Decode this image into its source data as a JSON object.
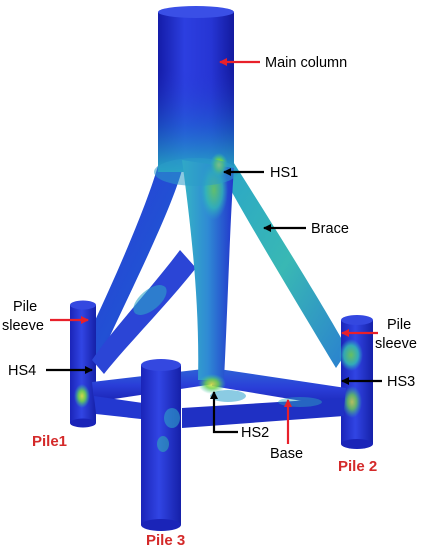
{
  "labels": {
    "main_column": "Main column",
    "hs1": "HS1",
    "brace": "Brace",
    "pile_sleeve_left_1": "Pile",
    "pile_sleeve_left_2": "sleeve",
    "pile_sleeve_right_1": "Pile",
    "pile_sleeve_right_2": "sleeve",
    "hs4": "HS4",
    "hs3": "HS3",
    "hs2": "HS2",
    "base": "Base",
    "pile1": "Pile1",
    "pile2": "Pile 2",
    "pile3": "Pile 3"
  },
  "colors": {
    "arrow_red": "#e8202a",
    "arrow_black": "#000000",
    "pile_label_red": "#d42a2a",
    "steel_dark_blue": "#1d27c9",
    "steel_blue": "#2738d8",
    "stress_cyan": "#1fa7c6",
    "stress_teal": "#30c0b0",
    "stress_green": "#6bd24a",
    "stress_yellow": "#d6e23a"
  }
}
